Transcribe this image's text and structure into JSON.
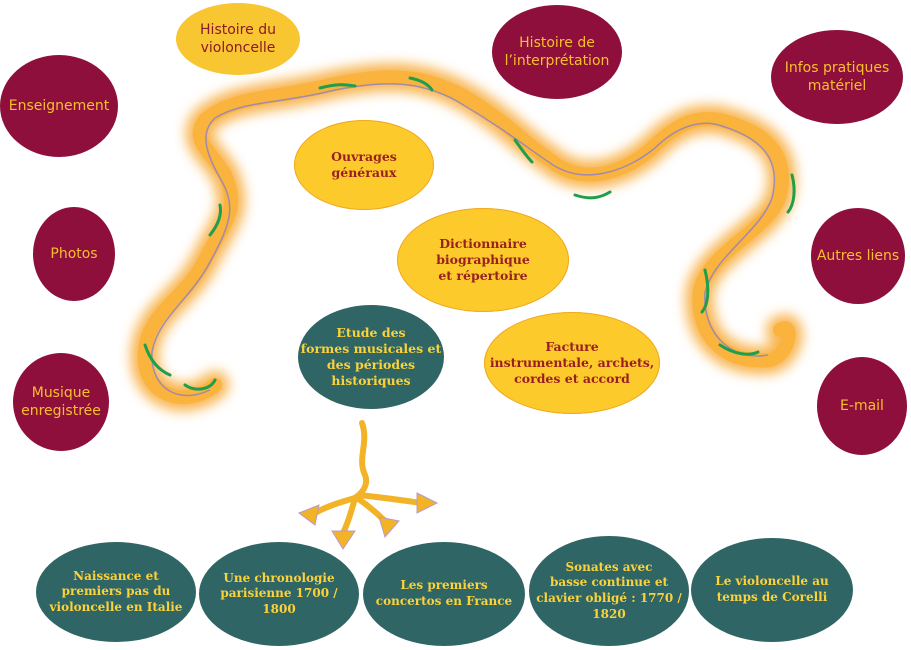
{
  "nav": {
    "histoire_violoncelle": "Histoire du\nvioloncelle",
    "histoire_interpretation": "Histoire de\nl’interprétation",
    "infos_pratiques": "Infos pratiques\nmatériel",
    "enseignement": "Enseignement",
    "photos": "Photos",
    "musique_enregistree": "Musique\nenregistrée",
    "autres_liens": "Autres liens",
    "email": "E-mail"
  },
  "topics": {
    "ouvrages": "Ouvrages\ngénéraux",
    "dictionnaire": "Dictionnaire\nbiographique\net répertoire",
    "facture": "Facture\ninstrumentale, archets,\ncordes et accord",
    "etude": "Etude des\nformes musicales et\ndes périodes\nhistoriques"
  },
  "periods": {
    "naissance": "Naissance et\npremiers pas du\nvioloncelle en Italie",
    "chronologie": "Une chronologie\nparisienne 1700 /\n1800",
    "concertos": "Les premiers\nconcertos en France",
    "sonates": "Sonates avec\nbasse continue et\nclavier obligé : 1770 /\n1820",
    "corelli": "Le violoncelle au\ntemps de Corelli"
  },
  "colors": {
    "maroon": "#8e0f3c",
    "gold": "#f7c630",
    "yellow": "#fdca2c",
    "teal": "#2f6564",
    "ribbon": "#f7a830",
    "arrow": "#f2b327"
  }
}
